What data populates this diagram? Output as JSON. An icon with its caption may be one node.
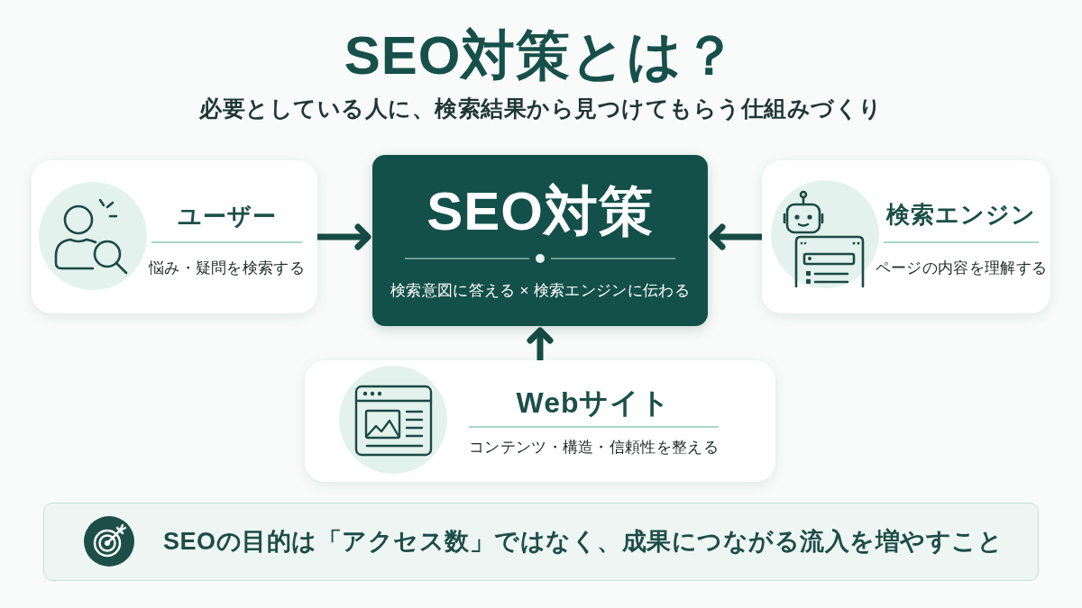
{
  "diagram": {
    "title": "SEO対策とは？",
    "nodes": [
      {
        "text": [
          "ユーザー",
          "悩み・疑問を検索する"
        ]
      },
      {
        "text": [
          "SEO対策",
          "検索意図に答える × 検索エンジンに伝わる"
        ]
      },
      {
        "text": [
          "検索エンジン",
          "ページの内容を理解する"
        ]
      },
      {
        "text": [
          "Webサイト",
          "コンテンツ・構造・信頼性を整える"
        ]
      },
      {
        "text": [
          "SEOの目的は「アクセス数」ではなく、成果につながる流入を増やすこと"
        ]
      }
    ],
    "edges": [
      {
        "from": 0,
        "to": 1,
        "arrow": "to"
      },
      {
        "from": 2,
        "to": 1,
        "arrow": "to"
      },
      {
        "from": 3,
        "to": 1,
        "arrow": "to"
      }
    ],
    "labels": [
      "必要としている人に、検索結果から見つけてもらう仕組みづくり"
    ]
  }
}
